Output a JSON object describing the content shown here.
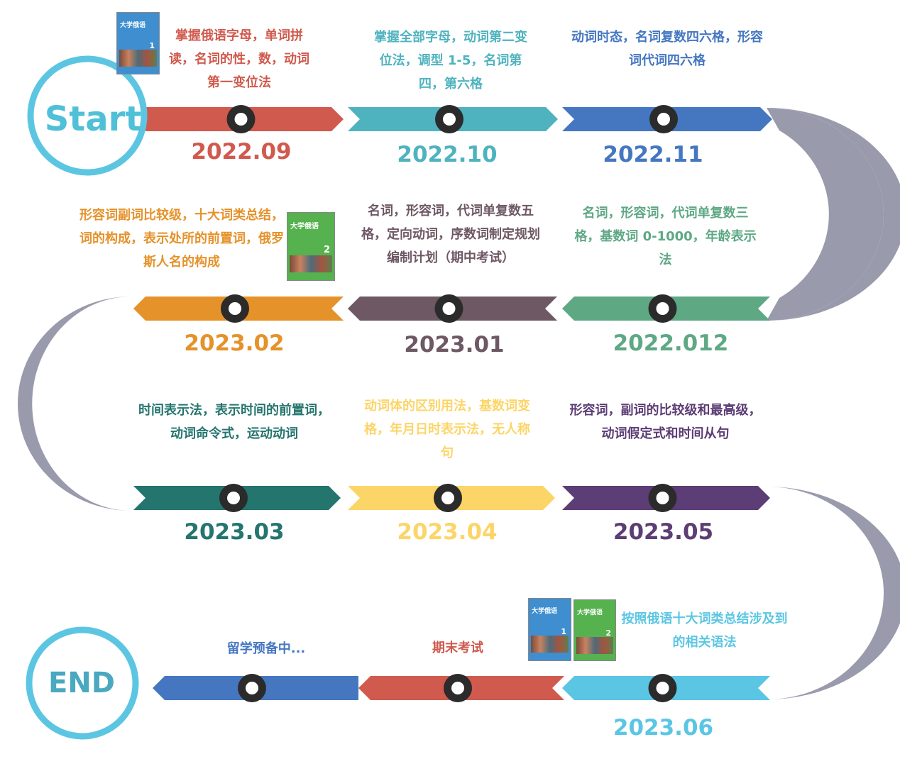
{
  "start_label": "Start",
  "end_label": "END",
  "milestones": [
    {
      "date": "2022.09",
      "text": "掌握俄语字母，单词拼读，名词的性，数，动词第一变位法",
      "color": "#d05a4e"
    },
    {
      "date": "2022.10",
      "text": "掌握全部字母，动词第二变位法，调型 1-5，名词第四，第六格",
      "color": "#4fb3bf"
    },
    {
      "date": "2022.11",
      "text": "动词时态，名词复数四六格，形容词代词四六格",
      "color": "#4577c1"
    },
    {
      "date": "2022.012",
      "text": "名词，形容词，代词单复数三格，基数词 0-1000，年龄表示法",
      "color": "#5ea884"
    },
    {
      "date": "2023.01",
      "text": "名词，形容词，代词单复数五格，定向动词，序数词制定规划编制计划（期中考试）",
      "color": "#6e5864"
    },
    {
      "date": "2023.02",
      "text": "形容词副词比较级，十大词类总结，词的构成，表示处所的前置词，俄罗斯人名的构成",
      "color": "#e5922a"
    },
    {
      "date": "2023.03",
      "text": "时间表示法，表示时间的前置词，动词命令式，运动动词",
      "color": "#24756e"
    },
    {
      "date": "2023.04",
      "text": "动词体的区别用法，基数词变格，年月日时表示法，无人称句",
      "color": "#fcd568"
    },
    {
      "date": "2023.05",
      "text": "形容词，副词的比较级和最高级，动词假定式和时间从句",
      "color": "#5c3d75"
    },
    {
      "date": "2023.06",
      "text": "按照俄语十大词类总结涉及到的相关语法",
      "color": "#5bc6e4"
    },
    {
      "date": "",
      "text": "期末考试",
      "color": "#d05a4e"
    },
    {
      "date": "",
      "text": "留学预备中...",
      "color": "#4577c1"
    }
  ],
  "book1": {
    "title": "大学俄语",
    "number": "1",
    "color": "#3f8ed0"
  },
  "book2": {
    "title": "大学俄语",
    "number": "2",
    "color": "#55b24e"
  },
  "colors": {
    "ring": "#5cc6e2",
    "connector": "#9a9aad",
    "start_text": "#4fc0d8",
    "end_text": "#4aa8c0"
  }
}
